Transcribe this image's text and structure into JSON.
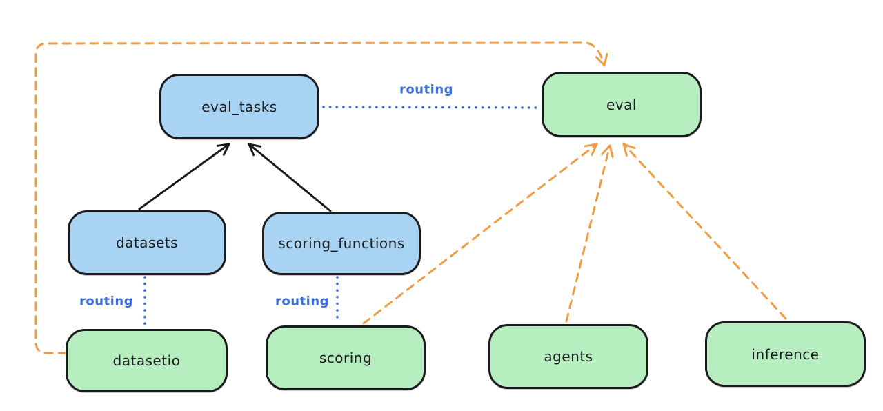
{
  "diagram": {
    "background": "#ffffff",
    "nodes": [
      {
        "id": "eval_tasks",
        "label": "eval_tasks",
        "color_key": "blue"
      },
      {
        "id": "eval",
        "label": "eval",
        "color_key": "green"
      },
      {
        "id": "datasets",
        "label": "datasets",
        "color_key": "blue"
      },
      {
        "id": "scoring_functions",
        "label": "scoring_functions",
        "color_key": "blue"
      },
      {
        "id": "datasetio",
        "label": "datasetio",
        "color_key": "green"
      },
      {
        "id": "scoring",
        "label": "scoring",
        "color_key": "green"
      },
      {
        "id": "agents",
        "label": "agents",
        "color_key": "green"
      },
      {
        "id": "inference",
        "label": "inference",
        "color_key": "green"
      }
    ],
    "edges": [
      {
        "from": "datasets",
        "to": "eval_tasks",
        "style": "solid",
        "color": "black",
        "arrow": true
      },
      {
        "from": "scoring_functions",
        "to": "eval_tasks",
        "style": "solid",
        "color": "black",
        "arrow": true
      },
      {
        "from": "eval_tasks",
        "to": "eval",
        "style": "dotted",
        "color": "blue",
        "arrow": false,
        "label": "routing"
      },
      {
        "from": "datasets",
        "to": "datasetio",
        "style": "dotted",
        "color": "blue",
        "arrow": false,
        "label": "routing"
      },
      {
        "from": "scoring_functions",
        "to": "scoring",
        "style": "dotted",
        "color": "blue",
        "arrow": false,
        "label": "routing"
      },
      {
        "from": "scoring",
        "to": "eval",
        "style": "dashed",
        "color": "orange",
        "arrow": true
      },
      {
        "from": "agents",
        "to": "eval",
        "style": "dashed",
        "color": "orange",
        "arrow": true
      },
      {
        "from": "inference",
        "to": "eval",
        "style": "dashed",
        "color": "orange",
        "arrow": true
      },
      {
        "from": "datasetio",
        "to": "eval",
        "style": "dashed",
        "color": "orange",
        "arrow": true,
        "route": "left-top-loop"
      }
    ],
    "colors": {
      "background": "#ffffff",
      "node_blue_fill": "#a8d3f3",
      "node_green_fill": "#b7eec0",
      "node_border": "#1b1b1f",
      "edge_black": "#1b1b1f",
      "edge_blue": "#3b6fd8",
      "edge_orange": "#ef9d45",
      "routing_label": "#3b6fd8"
    }
  }
}
